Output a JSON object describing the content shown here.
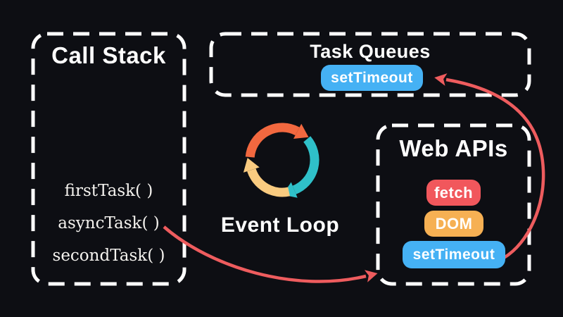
{
  "diagram": {
    "call_stack": {
      "title": "Call Stack",
      "items": [
        "firstTask( )",
        "asyncTask( )",
        "secondTask( )"
      ]
    },
    "task_queues": {
      "title": "Task Queues",
      "badges": [
        {
          "label": "setTimeout",
          "color": "#45b1f4"
        }
      ]
    },
    "web_apis": {
      "title": "Web APIs",
      "badges": [
        {
          "label": "fetch",
          "color": "#f1575c"
        },
        {
          "label": "DOM",
          "color": "#f6b053"
        },
        {
          "label": "setTimeout",
          "color": "#45b1f4"
        }
      ]
    },
    "event_loop": {
      "label": "Event Loop"
    }
  },
  "icons": {
    "event_loop": "cycle-arrows-icon",
    "arrow_async_to_webapis": "curved-arrow-icon",
    "arrow_settimeout_to_queue": "curved-arrow-icon"
  },
  "colors": {
    "background": "#0d0e13",
    "box-border": "#ffffff",
    "text": "#ffffff",
    "badge-blue": "#45b1f4",
    "badge-red": "#f1575c",
    "badge-amber": "#f6b053",
    "arrow-red": "#ee5c5e",
    "cycle-orange": "#f2683f",
    "cycle-teal": "#2fc0c9",
    "cycle-yellow": "#f9cb80"
  }
}
